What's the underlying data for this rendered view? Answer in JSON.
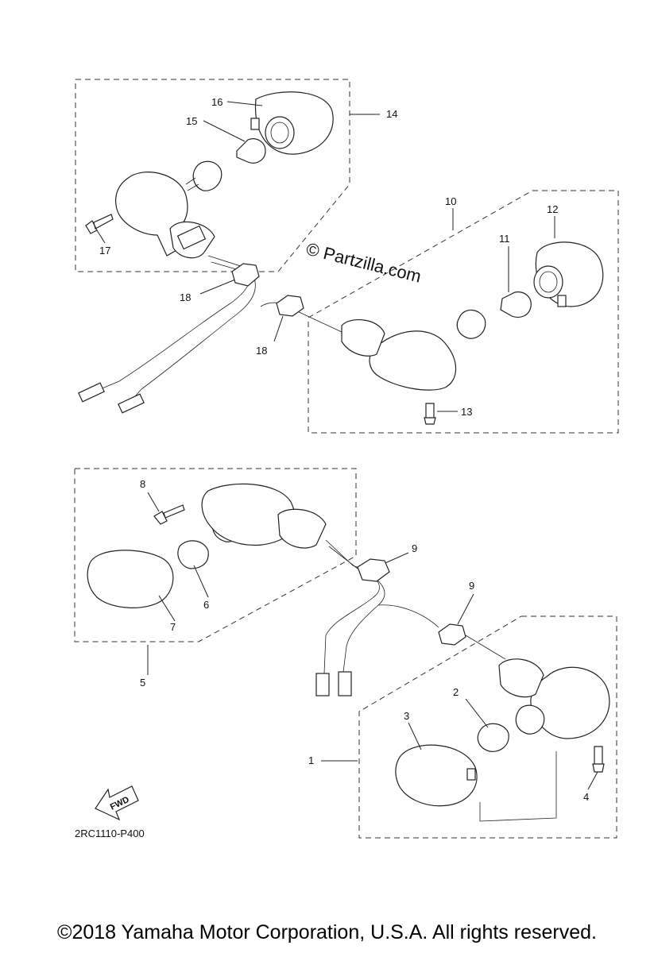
{
  "diagram": {
    "labels": [
      "1",
      "2",
      "3",
      "4",
      "5",
      "6",
      "7",
      "8",
      "9",
      "9",
      "10",
      "11",
      "12",
      "13",
      "14",
      "15",
      "16",
      "17",
      "18",
      "18"
    ],
    "watermark": "© Partzilla.com",
    "part_number": "2RC1110-P400",
    "fwd_label": "FWD",
    "copyright": "©2018 Yamaha Motor Corporation, U.S.A. All rights reserved."
  }
}
